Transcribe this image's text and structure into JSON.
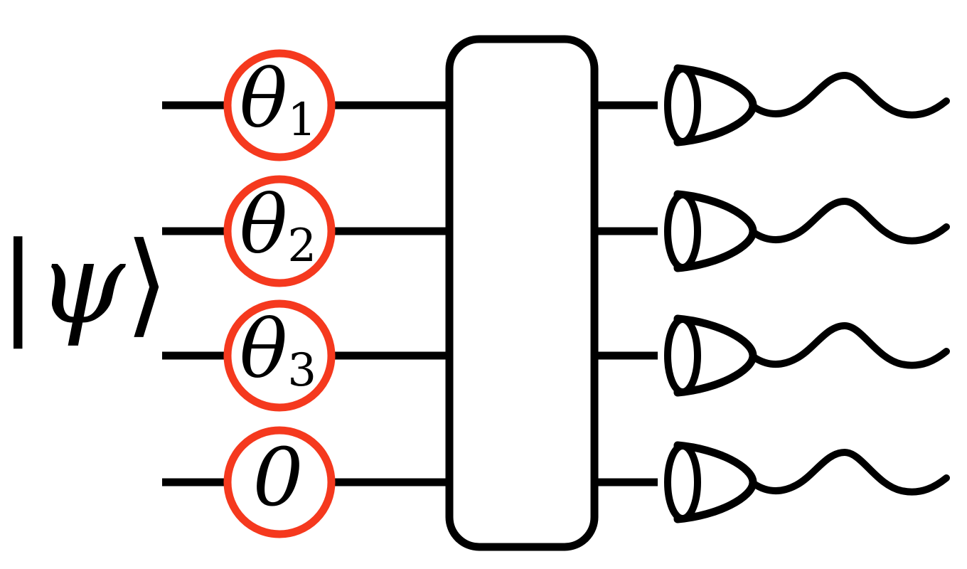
{
  "diagram": {
    "input_state": {
      "bar": "|",
      "psi": "ψ",
      "rangle": "⟩"
    },
    "gates": [
      {
        "symbol": "θ",
        "subscript": "1"
      },
      {
        "symbol": "θ",
        "subscript": "2"
      },
      {
        "symbol": "θ",
        "subscript": "3"
      },
      {
        "symbol": "0",
        "subscript": ""
      }
    ],
    "colors": {
      "gate_ring": "#f5391e",
      "line": "#000000",
      "background": "#ffffff"
    }
  }
}
